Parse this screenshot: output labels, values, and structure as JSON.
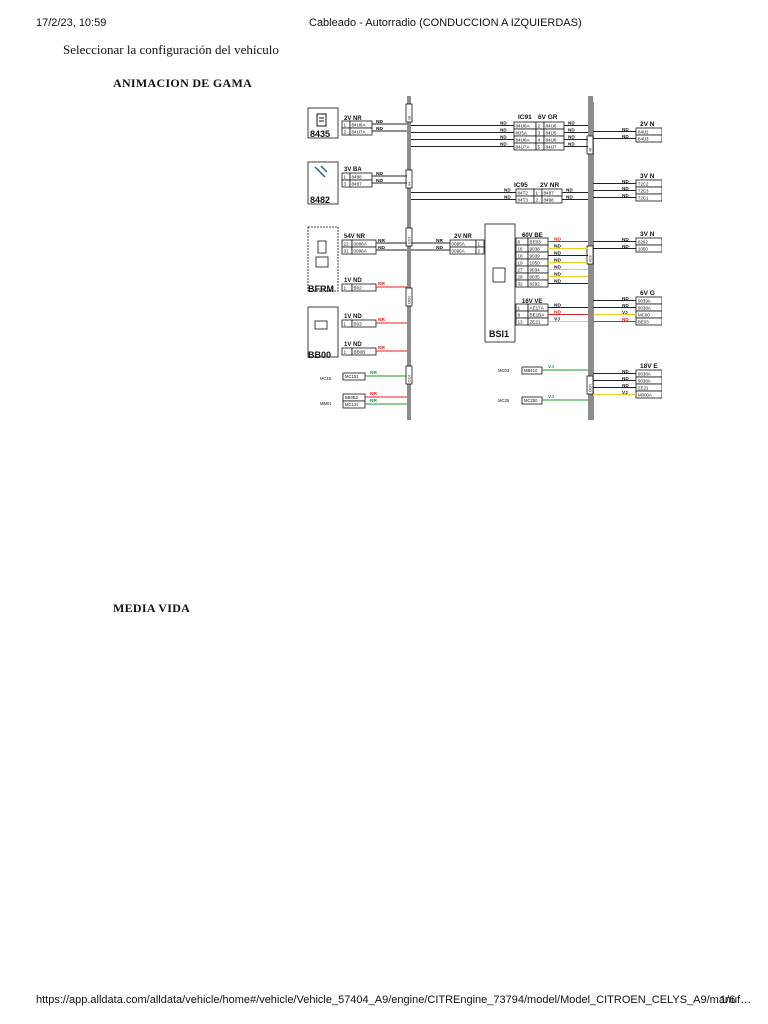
{
  "header": {
    "timestamp": "17/2/23, 10:59",
    "title": "Cableado - Autorradio (CONDUCCION A IZQUIERDAS)"
  },
  "subtitle": "Seleccionar la configuración del vehículo",
  "sections": {
    "animacion": "ANIMACION DE GAMA",
    "media_vida": "MEDIA VIDA"
  },
  "footer": {
    "url": "https://app.alldata.com/alldata/vehicle/home#/vehicle/Vehicle_57404_A9/engine/CITREngine_73794/model/Model_CITROEN_CELYS_A9/manuf…",
    "page": "1/6"
  },
  "colors": {
    "wire_black": "#222222",
    "wire_red": "#e02020",
    "wire_green": "#1a9a2a",
    "wire_yellow": "#e6d020",
    "harness_grey": "#8c8c8c"
  },
  "diagram": {
    "components": {
      "c8435": "8435",
      "c8482": "8482",
      "bfrm": "BFRM",
      "bb00": "BB00",
      "bsi1": "BSI1"
    },
    "connectors": {
      "c8435_conn": "2V NR",
      "c8482_conn": "3V BA",
      "bfrm_conn": "54V NR",
      "bfrm_conn2": "1V ND",
      "bb00_conn1": "1V ND",
      "bb00_conn2": "1V ND",
      "mid_conn": "2V NR",
      "ic91": "IC91",
      "ic91_conn": "6V GR",
      "ic95": "IC95",
      "ic95_conn": "2V NR",
      "bsi_conn1": "60V BE",
      "bsi_conn2": "16V VE",
      "right1": "2V N",
      "right2": "3V N",
      "right3": "3V N",
      "right4": "6V G",
      "right5": "18V E"
    },
    "pins": {
      "c8435": [
        [
          "1",
          "84U6A"
        ],
        [
          "2",
          "84U7A"
        ]
      ],
      "c8482": [
        [
          "1",
          "8488"
        ],
        [
          "3",
          "8487"
        ]
      ],
      "bfrm": [
        [
          "22",
          "0086A"
        ],
        [
          "31",
          "0096A"
        ]
      ],
      "bfrm2": [
        [
          "1",
          "B02"
        ]
      ],
      "bb00a": [
        [
          "1",
          "B03"
        ]
      ],
      "bb00b": [
        [
          "1",
          "BB0B"
        ]
      ],
      "mid": [
        [
          "0085A",
          "1"
        ],
        [
          "0096A",
          "2"
        ]
      ],
      "ic91": [
        [
          "84U6A",
          "2",
          "84U6"
        ],
        [
          "8U5A",
          "3",
          "84U5"
        ],
        [
          "84U6A",
          "4",
          "84U6"
        ],
        [
          "84U7A",
          "5",
          "84U7"
        ]
      ],
      "ic95": [
        [
          "84T2",
          "1",
          "8487"
        ],
        [
          "84T3",
          "2",
          "8488"
        ]
      ],
      "bsi60": [
        [
          "8",
          "BE03"
        ],
        [
          "16",
          "9038"
        ],
        [
          "18",
          "9039"
        ],
        [
          "19",
          "1050"
        ],
        [
          "27",
          "9034"
        ],
        [
          "29",
          "9035"
        ],
        [
          "32",
          "8292"
        ]
      ],
      "bsi16": [
        [
          "1",
          "AE17A"
        ],
        [
          "8",
          "BE1BA"
        ],
        [
          "13",
          "ZE21"
        ]
      ],
      "r1": [
        "84U2",
        "84U3"
      ],
      "r2": [
        "72C2",
        "72C3",
        "72C1"
      ],
      "r3": [
        "8292",
        "1050"
      ],
      "r4": [
        "9039A",
        "9038A",
        "MC00",
        "BE03"
      ],
      "r5": [
        "9038A",
        "9038A",
        "ZE21",
        "M000A"
      ],
      "bottom": [
        "MC15",
        "MC151",
        "BB0B2",
        "MM01",
        "MC131",
        "MC03",
        "MB410",
        "MC35",
        "MC250"
      ]
    },
    "wire_labels": {
      "nd": "ND",
      "nr": "NR",
      "vj": "VJ"
    },
    "harness_tags": [
      "18",
      "44",
      "CC4",
      "OCN",
      "CC4",
      "48",
      "8C8",
      "OCN",
      "48"
    ]
  }
}
